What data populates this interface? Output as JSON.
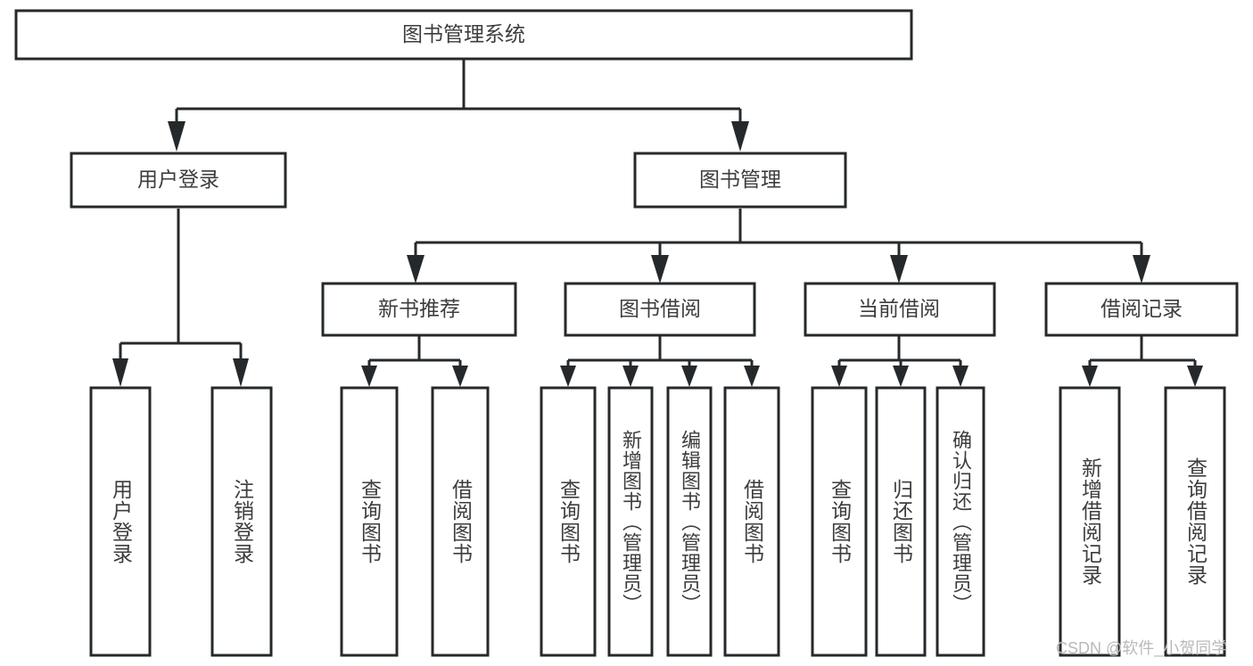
{
  "diagram": {
    "title": "图书管理系统",
    "type": "tree-hierarchy-diagram",
    "colors": {
      "stroke": "#26292b",
      "fill": "#ffffff",
      "text": "#3d3d3d",
      "watermark": "#b9b9b9"
    },
    "root": {
      "label": "图书管理系统"
    },
    "level1": [
      {
        "label": "用户登录"
      },
      {
        "label": "图书管理"
      }
    ],
    "level2": [
      {
        "label": "新书推荐"
      },
      {
        "label": "图书借阅"
      },
      {
        "label": "当前借阅"
      },
      {
        "label": "借阅记录"
      }
    ],
    "leaves": {
      "user_login": [
        {
          "label": "用户登录"
        },
        {
          "label": "注销登录"
        }
      ],
      "new_book_recommend": [
        {
          "label": "查询图书"
        },
        {
          "label": "借阅图书"
        }
      ],
      "book_borrow": [
        {
          "label": "查询图书"
        },
        {
          "label": "新增图书（管理员）"
        },
        {
          "label": "编辑图书（管理员）"
        },
        {
          "label": "借阅图书"
        }
      ],
      "current_borrow": [
        {
          "label": "查询图书"
        },
        {
          "label": "归还图书"
        },
        {
          "label": "确认归还（管理员）"
        }
      ],
      "borrow_record": [
        {
          "label": "新增借阅记录"
        },
        {
          "label": "查询借阅记录"
        }
      ]
    }
  },
  "watermark": {
    "text": "CSDN @软件_小贺同学"
  }
}
